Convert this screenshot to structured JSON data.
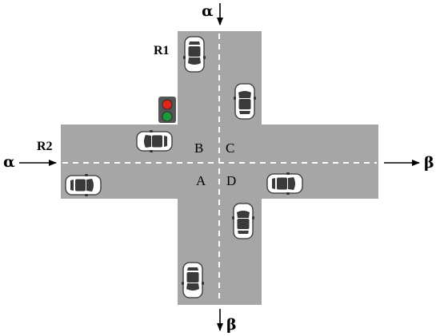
{
  "roads": {
    "r1": "R1",
    "r2": "R2"
  },
  "zones": {
    "a": "A",
    "b": "B",
    "c": "C",
    "d": "D"
  },
  "flows": {
    "alpha_top": "α",
    "alpha_left": "α",
    "beta_right": "β",
    "beta_bottom": "β"
  },
  "colors": {
    "road": "#a6a6a6",
    "lane_marking": "#ffffff",
    "car_body": "#ffffff",
    "car_glass": "#3a3a3a",
    "signal_housing": "#555555",
    "signal_red": "#e0261b",
    "signal_green": "#1c9a3a"
  },
  "icons": {
    "car": "car-top-view-icon",
    "signal": "traffic-light-icon"
  }
}
